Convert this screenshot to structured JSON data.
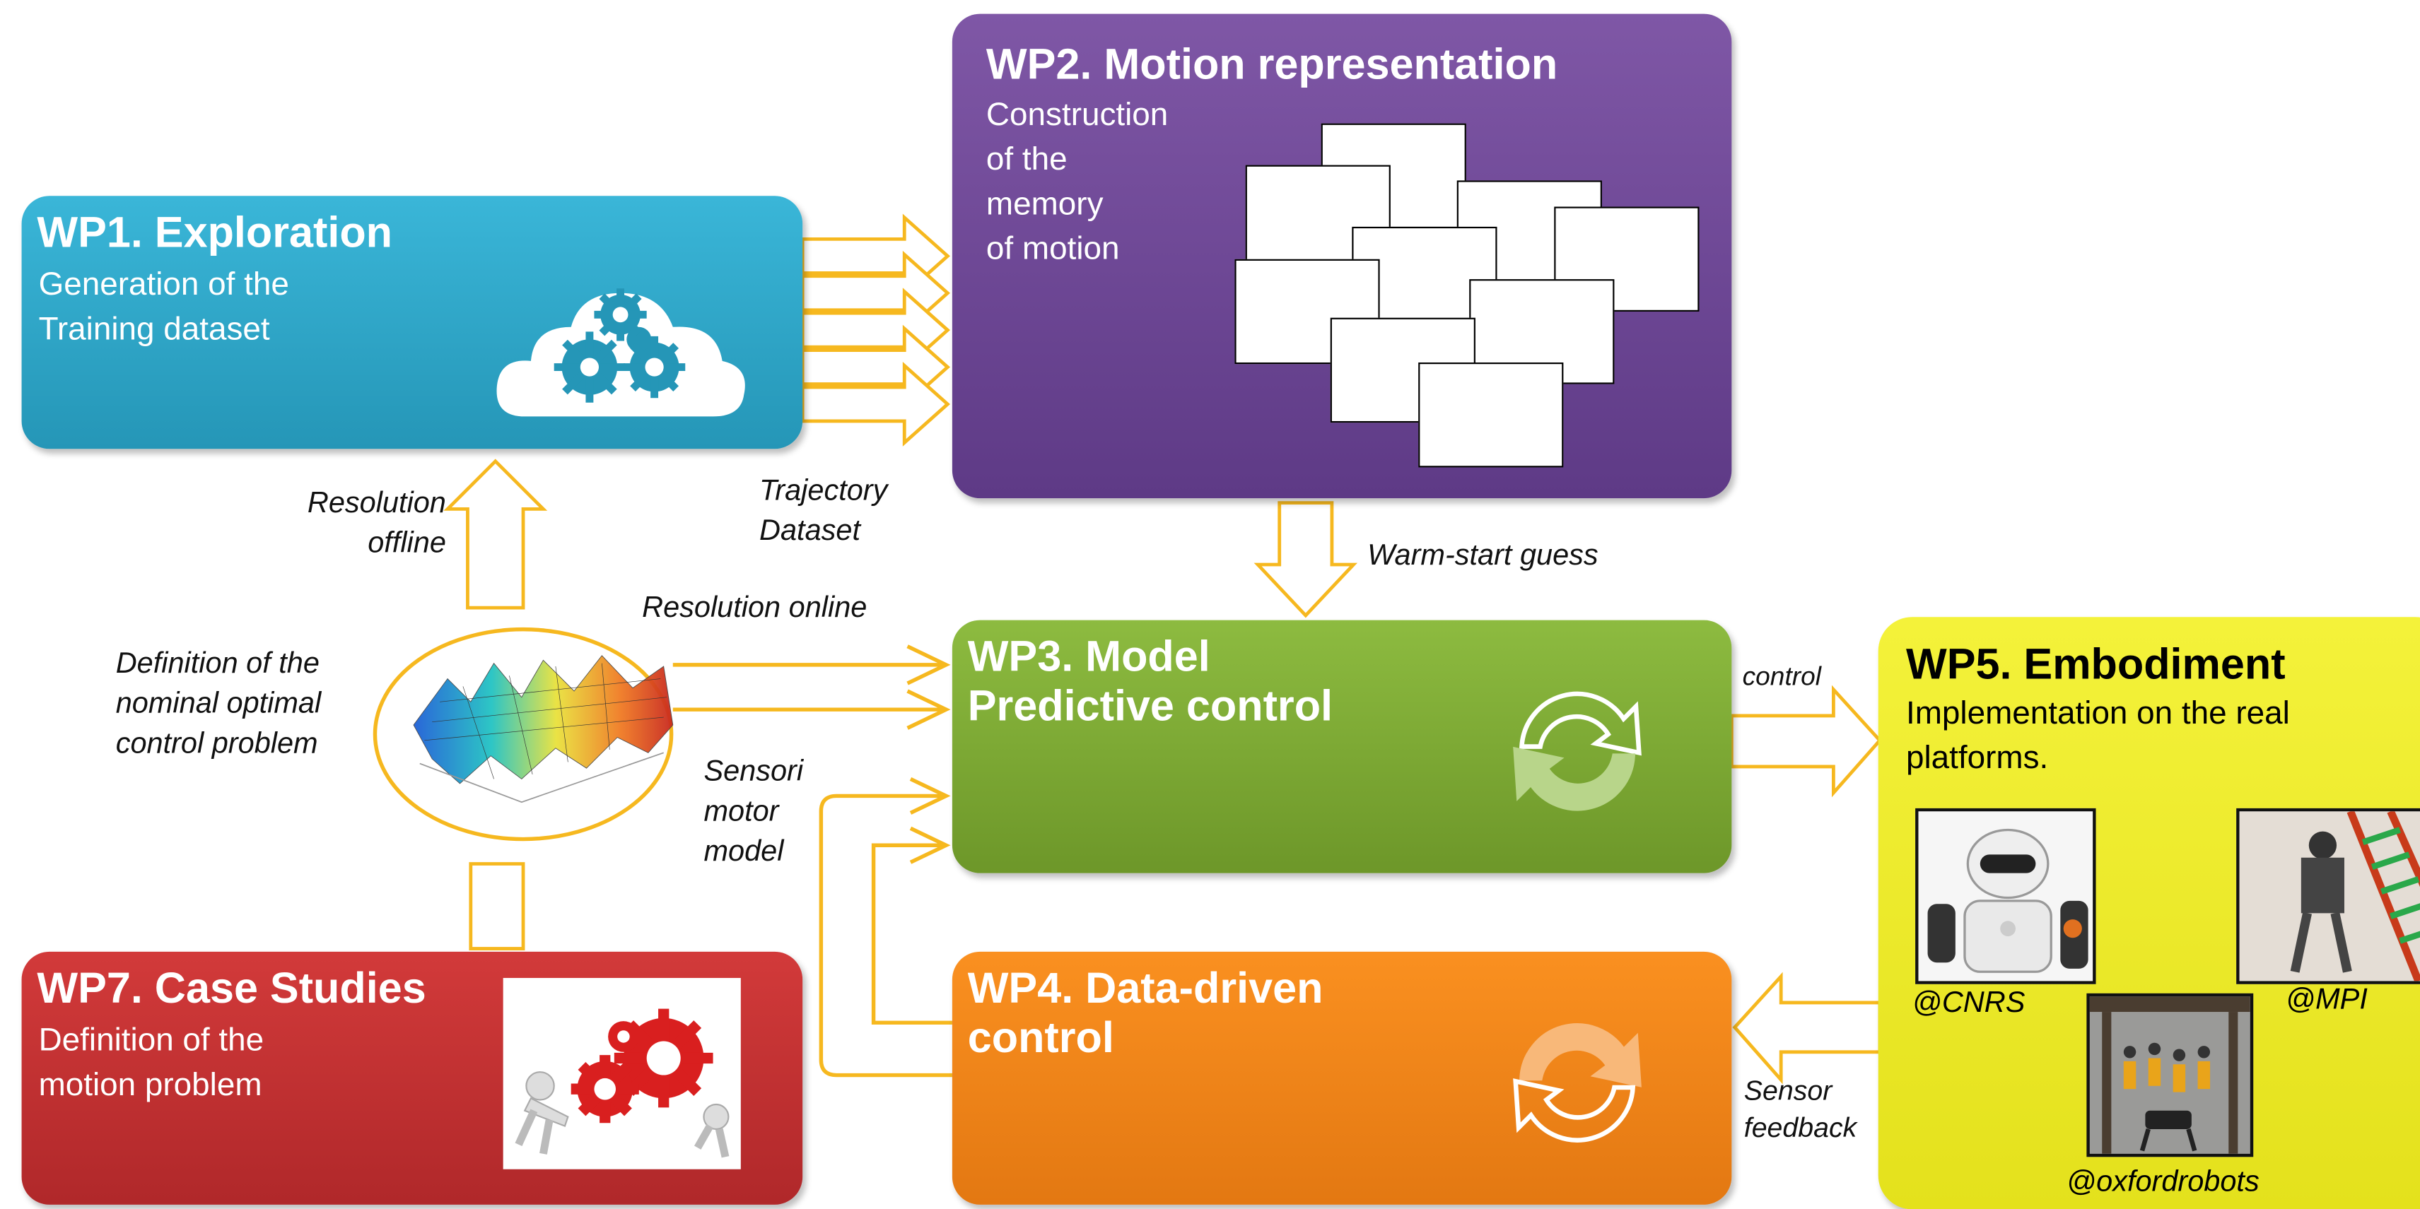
{
  "wp1": {
    "title": "WP1. Exploration",
    "subtitle_lines": [
      "Generation of the",
      "Training dataset"
    ],
    "color": "#2fa8cb",
    "icon": "cloud-gears-icon"
  },
  "wp2": {
    "title": "WP2. Motion representation",
    "subtitle_lines": [
      "Construction",
      "of the",
      "memory",
      "of motion"
    ],
    "color": "#6e4896"
  },
  "wp3": {
    "title_lines": [
      "WP3. Model",
      "Predictive control"
    ],
    "color": "#7aa832",
    "icon": "refresh-cycle-icon"
  },
  "wp4": {
    "title_lines": [
      "WP4. Data-driven",
      "control"
    ],
    "color": "#f08418",
    "icon": "refresh-cycle-icon"
  },
  "wp5": {
    "title": "WP5. Embodiment",
    "subtitle": "Implementation on the real platforms.",
    "color": "#efed2a",
    "photo_credits": [
      "@CNRS",
      "@MPI",
      "@oxfordrobots"
    ]
  },
  "wp7": {
    "title": "WP7. Case Studies",
    "subtitle_lines": [
      "Definition of the",
      "motion problem"
    ],
    "color": "#c03030",
    "icon": "people-pushing-gears-icon"
  },
  "center": {
    "label_lines": [
      "Definition of the",
      "nominal optimal",
      "control problem"
    ],
    "icon": "3d-surface-plot-icon"
  },
  "labels": {
    "resolution_offline": [
      "Resolution",
      "offline"
    ],
    "trajectory_dataset": [
      "Trajectory",
      "Dataset"
    ],
    "warm_start": "Warm-start guess",
    "resolution_online": "Resolution online",
    "sensorimotor": [
      "Sensori",
      "motor",
      "model"
    ],
    "control": "control",
    "sensor_feedback": [
      "Sensor",
      "feedback"
    ]
  },
  "colors": {
    "arrow": "#f6b81f",
    "ellipse_stroke": "#f6b81f"
  }
}
